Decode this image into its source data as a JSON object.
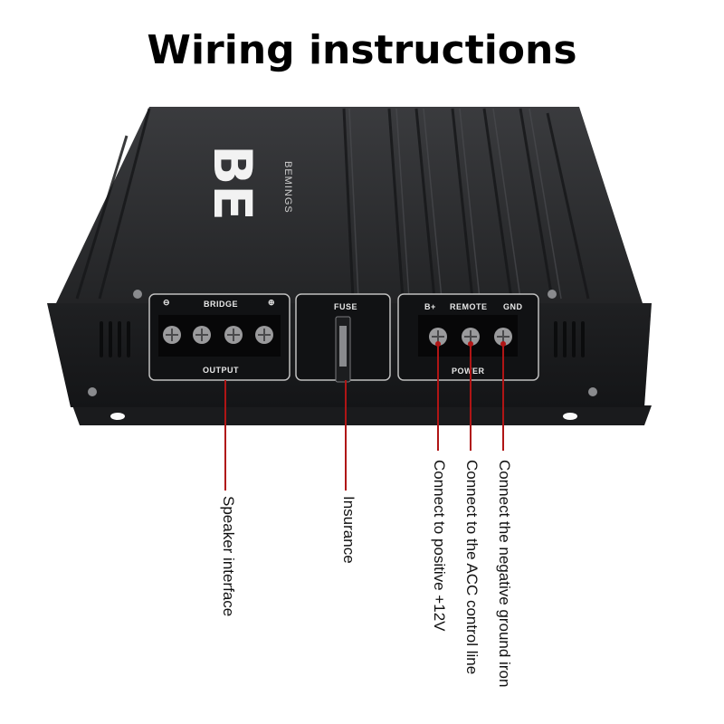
{
  "title": "Wiring instructions",
  "brand": {
    "name": "BEMINGS",
    "mark": "BE"
  },
  "panel": {
    "bridge": "BRIDGE",
    "output": "OUTPUT",
    "fuse": "FUSE",
    "bplus": "B+",
    "remote": "REMOTE",
    "gnd": "GND",
    "power": "POWER",
    "minus": "⊖",
    "plus": "⊕"
  },
  "annotations": {
    "speaker": "Speaker interface",
    "fuse": "Insurance",
    "bplus": "Connect to positive +12V",
    "remote": "Connect to the ACC control line",
    "gnd": "Connect the negative ground iron"
  },
  "colors": {
    "leader": "#b01515",
    "body": "#2b2c2e"
  }
}
